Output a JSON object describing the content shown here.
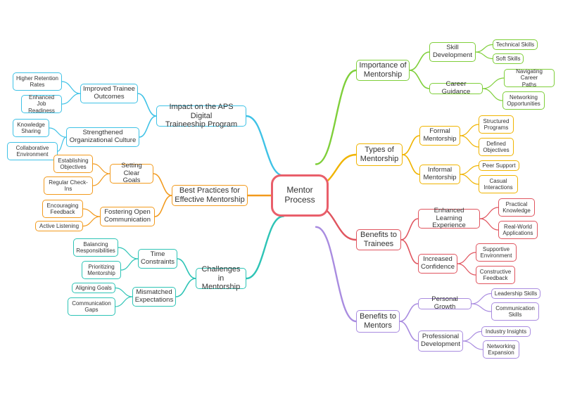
{
  "root": {
    "label": "Mentor Process",
    "color": "#e95f6b"
  },
  "colors": {
    "green": "#7fcf3a",
    "yellow": "#f0b400",
    "red": "#e0555f",
    "purple": "#a98ce0",
    "cyan": "#3fc2e6",
    "orange": "#f29a1d",
    "teal": "#2ec4b6"
  },
  "branches": [
    {
      "label": "Importance of\nMentorship",
      "color": "#7fcf3a",
      "children": [
        {
          "label": "Skill\nDevelopment",
          "children": [
            {
              "label": "Technical Skills"
            },
            {
              "label": "Soft Skills"
            }
          ]
        },
        {
          "label": "Career Guidance",
          "children": [
            {
              "label": "Navigating Career\nPaths"
            },
            {
              "label": "Networking\nOpportunities"
            }
          ]
        }
      ]
    },
    {
      "label": "Types of\nMentorship",
      "color": "#f0b400",
      "children": [
        {
          "label": "Formal\nMentorship",
          "children": [
            {
              "label": "Structured\nPrograms"
            },
            {
              "label": "Defined\nObjectives"
            }
          ]
        },
        {
          "label": "Informal\nMentorship",
          "children": [
            {
              "label": "Peer Support"
            },
            {
              "label": "Casual\nInteractions"
            }
          ]
        }
      ]
    },
    {
      "label": "Benefits to\nTrainees",
      "color": "#e0555f",
      "children": [
        {
          "label": "Enhanced Learning\nExperience",
          "children": [
            {
              "label": "Practical\nKnowledge"
            },
            {
              "label": "Real-World\nApplications"
            }
          ]
        },
        {
          "label": "Increased\nConfidence",
          "children": [
            {
              "label": "Supportive\nEnvironment"
            },
            {
              "label": "Constructive\nFeedback"
            }
          ]
        }
      ]
    },
    {
      "label": "Benefits to\nMentors",
      "color": "#a98ce0",
      "children": [
        {
          "label": "Personal Growth",
          "children": [
            {
              "label": "Leadership Skills"
            },
            {
              "label": "Communication\nSkills"
            }
          ]
        },
        {
          "label": "Professional\nDevelopment",
          "children": [
            {
              "label": "Industry Insights"
            },
            {
              "label": "Networking\nExpansion"
            }
          ]
        }
      ]
    },
    {
      "label": "Impact on the APS Digital\nTraineeship Program",
      "color": "#3fc2e6",
      "children": [
        {
          "label": "Improved Trainee\nOutcomes",
          "children": [
            {
              "label": "Higher Retention\nRates"
            },
            {
              "label": "Enhanced Job\nReadiness"
            }
          ]
        },
        {
          "label": "Strengthened\nOrganizational Culture",
          "children": [
            {
              "label": "Knowledge\nSharing"
            },
            {
              "label": "Collaborative\nEnvironment"
            }
          ]
        }
      ]
    },
    {
      "label": "Best Practices for\nEffective Mentorship",
      "color": "#f29a1d",
      "children": [
        {
          "label": "Setting Clear\nGoals",
          "children": [
            {
              "label": "Establishing\nObjectives"
            },
            {
              "label": "Regular Check-\nIns"
            }
          ]
        },
        {
          "label": "Fostering Open\nCommunication",
          "children": [
            {
              "label": "Encouraging\nFeedback"
            },
            {
              "label": "Active Listening"
            }
          ]
        }
      ]
    },
    {
      "label": "Challenges in\nMentorship",
      "color": "#2ec4b6",
      "children": [
        {
          "label": "Time\nConstraints",
          "children": [
            {
              "label": "Balancing\nResponsibilities"
            },
            {
              "label": "Prioritizing\nMentorship"
            }
          ]
        },
        {
          "label": "Mismatched\nExpectations",
          "children": [
            {
              "label": "Aligning Goals"
            },
            {
              "label": "Communication\nGaps"
            }
          ]
        }
      ]
    }
  ]
}
